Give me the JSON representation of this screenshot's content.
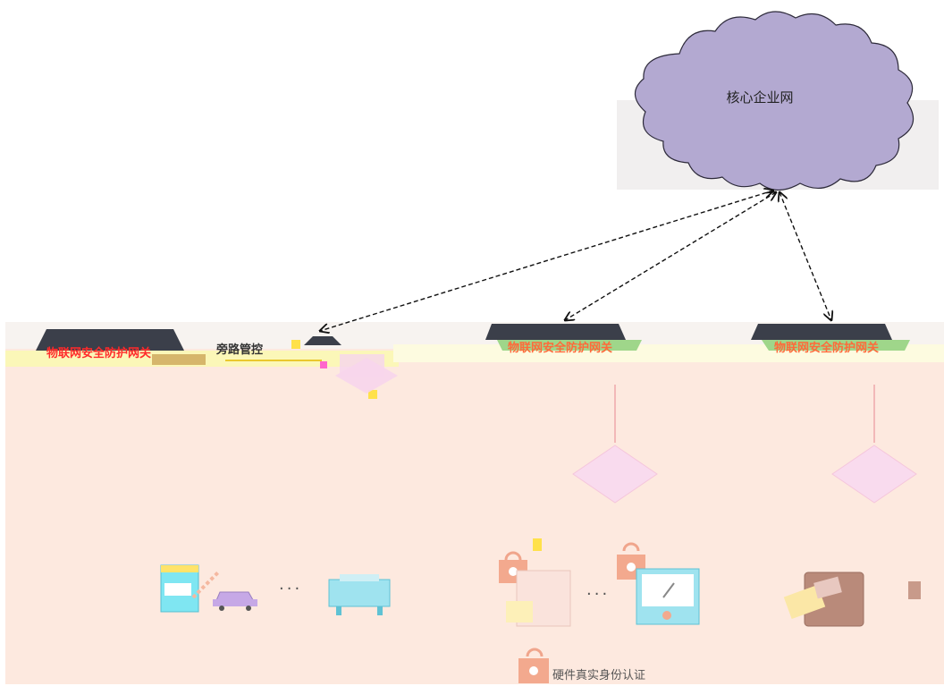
{
  "cloud": {
    "label": "核心企业网"
  },
  "gateways": [
    {
      "label": "物联网安全防护网关",
      "color": "#ff2a2a"
    },
    {
      "label": "物联网安全防护网关",
      "color": "#ff6a3a"
    },
    {
      "label": "物联网安全防护网关",
      "color": "#ff6a3a"
    }
  ],
  "side_label": "旁路管控",
  "ellipsis": [
    "···",
    "···"
  ],
  "bottom_label": "硬件真实身份认证",
  "colors": {
    "cloud_fill": "#b3a9d1",
    "band_bg": "#fce8e0",
    "gateway_roof": "#3b3f4a",
    "gateway_bar": "#9fd68a",
    "link_stroke": "#111111"
  },
  "icons": [
    "cloud-icon",
    "gateway-icon",
    "lock-icon",
    "car-icon",
    "printer-icon",
    "meter-icon",
    "card-reader-icon",
    "switch-icon"
  ]
}
